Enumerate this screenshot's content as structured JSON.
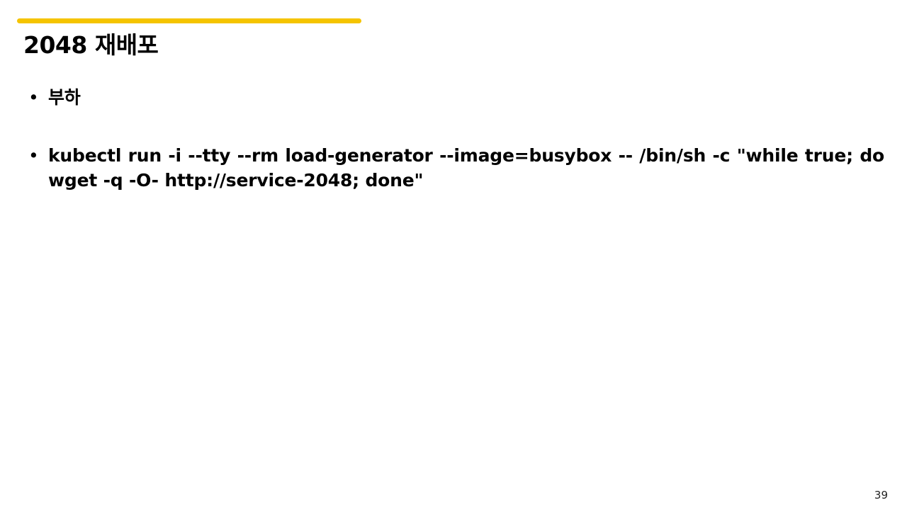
{
  "slide": {
    "title": "2048 재배포",
    "accent_color": "#f5c400",
    "bullets": [
      {
        "marker": "•",
        "text": "부하"
      },
      {
        "marker": "•",
        "text": "kubectl run -i --tty --rm load-generator --image=busybox -- /bin/sh -c \"while true; do wget -q -O- http://service-2048; done\""
      }
    ],
    "page_number": "39"
  }
}
